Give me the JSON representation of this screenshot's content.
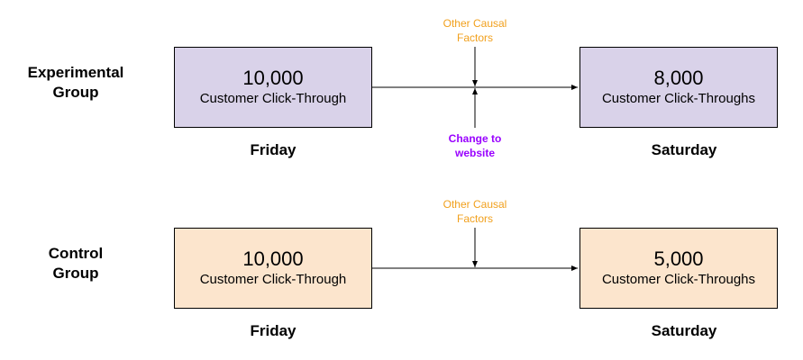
{
  "experimental": {
    "group_label_line1": "Experimental",
    "group_label_line2": "Group",
    "start_count": "10,000",
    "start_desc": "Customer Click-Through",
    "end_count": "8,000",
    "end_desc": "Customer Click-Throughs",
    "start_day": "Friday",
    "end_day": "Saturday",
    "factor_line1": "Other Causal",
    "factor_line2": "Factors",
    "change_line1": "Change to",
    "change_line2": "website"
  },
  "control": {
    "group_label_line1": "Control",
    "group_label_line2": "Group",
    "start_count": "10,000",
    "start_desc": "Customer Click-Through",
    "end_count": "5,000",
    "end_desc": "Customer Click-Throughs",
    "start_day": "Friday",
    "end_day": "Saturday",
    "factor_line1": "Other Causal",
    "factor_line2": "Factors"
  },
  "colors": {
    "experimental_box": "#d9d2e9",
    "control_box": "#fce5cd",
    "factor_text": "#f1a01d",
    "change_text": "#9900ff"
  }
}
